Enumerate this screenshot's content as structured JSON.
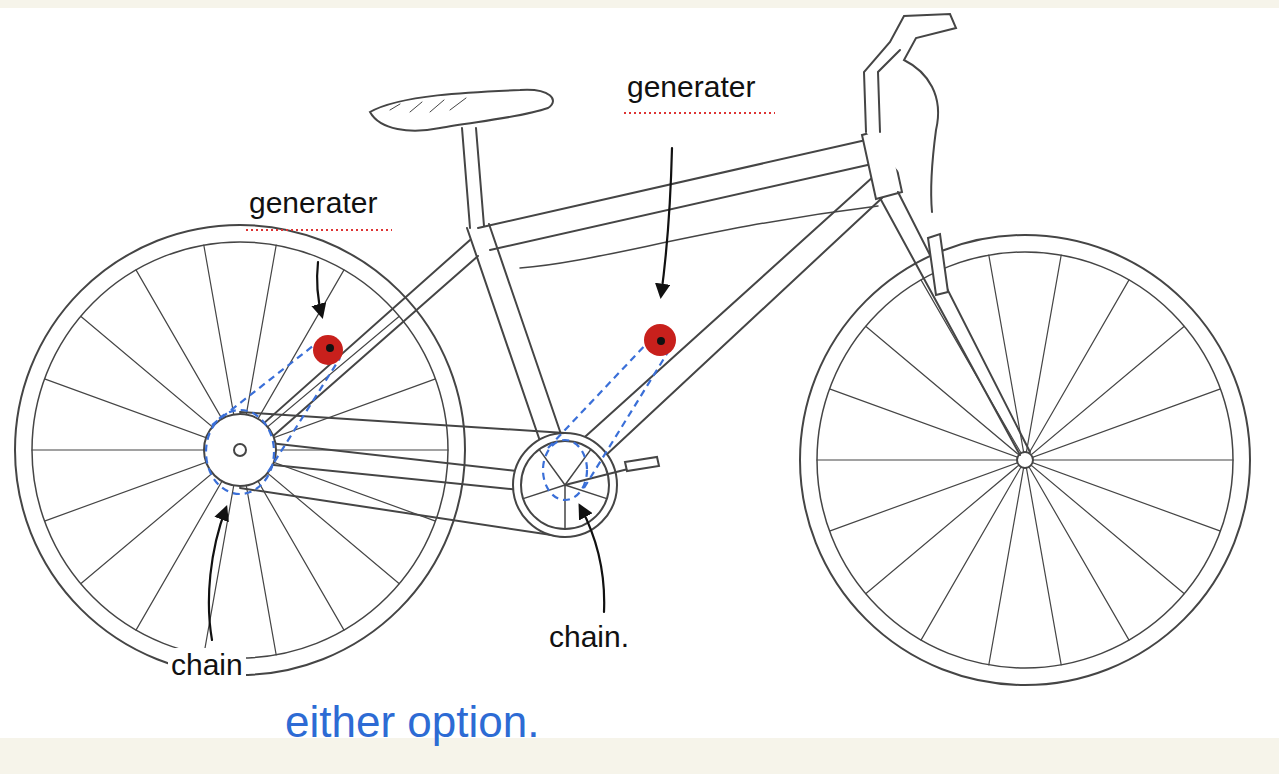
{
  "diagram": {
    "labels": [
      "generater",
      "generater",
      "chain",
      "chain.",
      "either option."
    ]
  }
}
